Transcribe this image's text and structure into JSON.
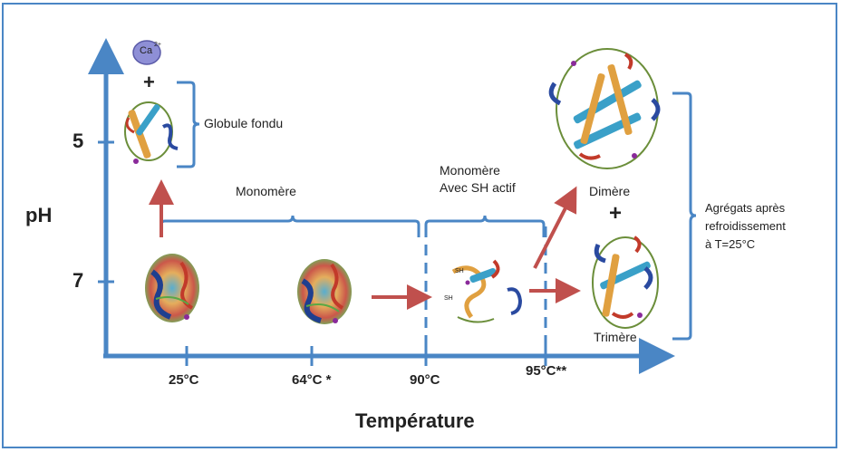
{
  "y_axis": {
    "label": "pH",
    "ticks": [
      "5",
      "7"
    ]
  },
  "x_axis": {
    "label": "Température",
    "ticks": [
      "25°C",
      "64°C *",
      "90°C",
      "95°C**"
    ]
  },
  "labels": {
    "ca": "Ca",
    "ca_charge": "2+",
    "plus_top": "+",
    "globule": "Globule fondu",
    "monomere": "Monomère",
    "monomere_sh_line1": "Monomère",
    "monomere_sh_line2": "Avec SH actif",
    "dimere": "Dimère",
    "plus_mid": "+",
    "trimere": "Trimère",
    "agregats_line1": "Agrégats après",
    "agregats_line2": "refroidissement",
    "agregats_line3": "à T=25°C",
    "sh_top": "SH",
    "sh_bottom": "SH"
  },
  "colors": {
    "axis": "#4a86c5",
    "arrow": "#c0504d",
    "bracket": "#4a86c5"
  }
}
